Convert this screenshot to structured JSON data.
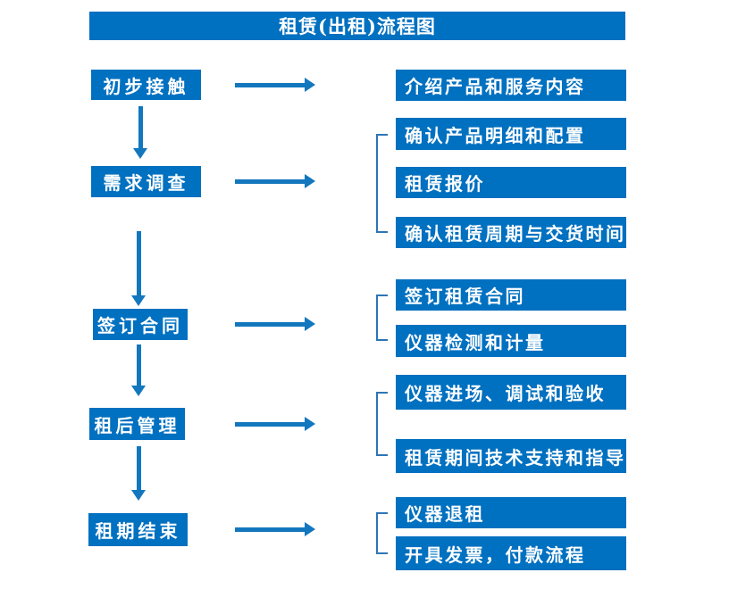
{
  "title": "租赁(出租)流程图",
  "colors": {
    "box_blue": "#0070C0",
    "arrow_blue": "#1377BE",
    "bracket_blue": "#2E75B5",
    "text_white": "#FFFFFF",
    "background": "#FFFFFF"
  },
  "flow": {
    "steps": [
      {
        "label": "初步接触",
        "details": [
          "介绍产品和服务内容"
        ]
      },
      {
        "label": "需求调查",
        "details": [
          "确认产品明细和配置",
          "租赁报价",
          "确认租赁周期与交货时间"
        ]
      },
      {
        "label": "签订合同",
        "details": [
          "签订租赁合同",
          "仪器检测和计量"
        ]
      },
      {
        "label": "租后管理",
        "details": [
          "仪器进场、调试和验收",
          "租赁期间技术支持和指导"
        ]
      },
      {
        "label": "租期结束",
        "details": [
          "仪器退租",
          "开具发票，付款流程"
        ]
      }
    ]
  }
}
